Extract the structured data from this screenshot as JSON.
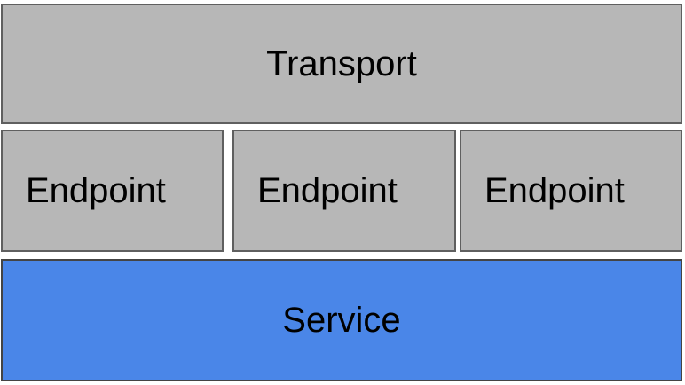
{
  "diagram": {
    "layers": {
      "transport": {
        "label": "Transport",
        "color": "#b7b7b7"
      },
      "endpoints": [
        {
          "label": "Endpoint",
          "color": "#b7b7b7"
        },
        {
          "label": "Endpoint",
          "color": "#b7b7b7"
        },
        {
          "label": "Endpoint",
          "color": "#b7b7b7"
        }
      ],
      "service": {
        "label": "Service",
        "color": "#4a86e8"
      }
    }
  }
}
